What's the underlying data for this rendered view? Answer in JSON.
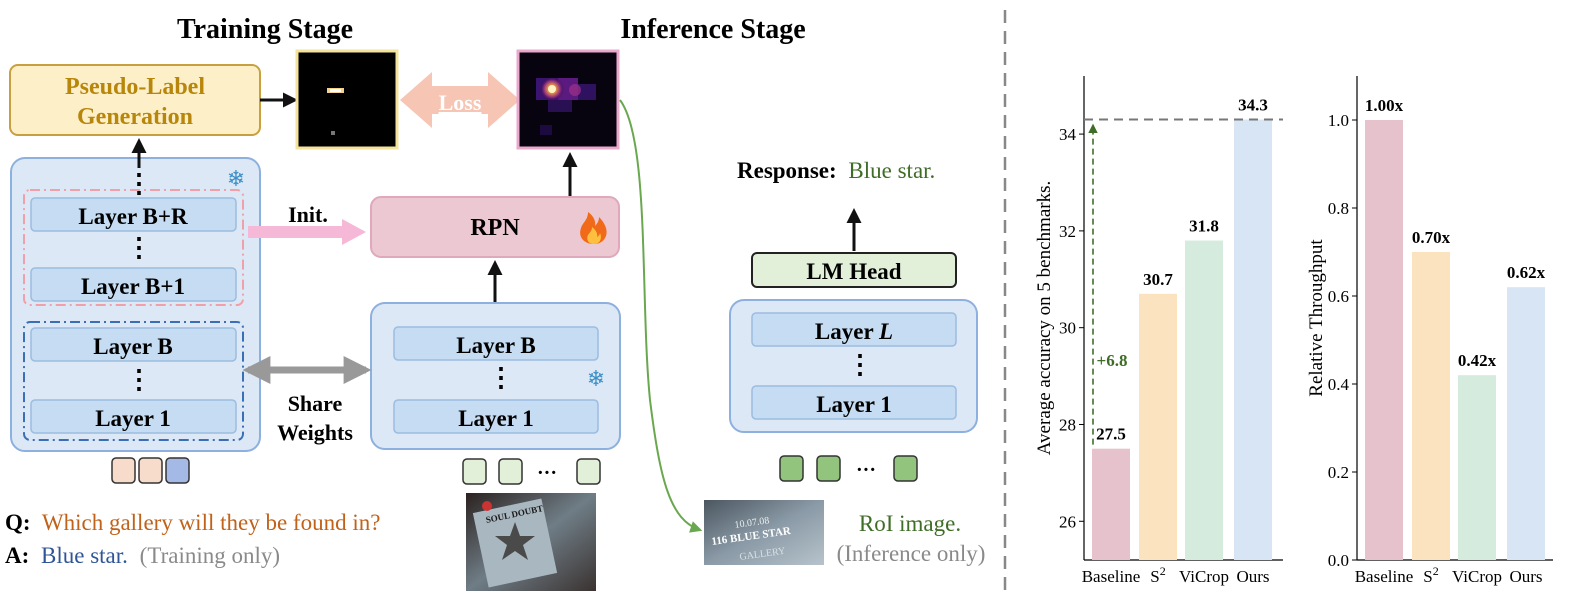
{
  "diagram": {
    "stage_labels": {
      "training": "Training Stage",
      "inference": "Inference Stage"
    },
    "pseudo_label": {
      "line1": "Pseudo-Label",
      "line2": "Generation"
    },
    "loss_label": "Loss",
    "rpn_label": "RPN",
    "init_label": "Init.",
    "share_weights": {
      "line1": "Share",
      "line2": "Weights"
    },
    "left_stack": {
      "upper": [
        "Layer B+R",
        "Layer B+1"
      ],
      "lower": [
        "Layer B",
        "Layer 1"
      ]
    },
    "mid_stack": [
      "Layer B",
      "Layer 1"
    ],
    "right_stack": {
      "top_prefix": "Layer ",
      "top_italic": "L",
      "bottom": "Layer 1"
    },
    "lm_head": "LM Head",
    "response": {
      "label": "Response:",
      "text": "Blue star."
    },
    "ellipsis": "⋮",
    "token_ellipsis": "···",
    "qa": {
      "q_label": "Q:",
      "q_text": "Which gallery will they be found in?",
      "a_label": "A:",
      "a_text": "Blue star.",
      "a_note": "(Training only)"
    },
    "sample_image_text": [
      "SOUL DOUBT"
    ],
    "roi_image_text": [
      "116 BLUE STAR",
      "10.07.08",
      "GALLERY"
    ],
    "roi_caption": {
      "line1": "RoI image.",
      "line2": "(Inference only)"
    },
    "colors": {
      "training_title": "#000000",
      "pseudo_text": "#b8860b",
      "pseudo_fill": "#fdf0c9",
      "pseudo_border": "#c9a040",
      "module_fill": "#dce8f6",
      "module_border": "#8eb0de",
      "layer_fill": "#c5dcf2",
      "rpn_fill": "#ecc8d3",
      "rpn_border": "#e0a8bb",
      "lm_fill": "#e2f0da",
      "green_text": "#3f6d27",
      "orange_text": "#c0621a",
      "blue_text": "#2f5597",
      "gray_text": "#8a8a8a",
      "green_arrow": "#6aa84f"
    },
    "icons": {
      "frozen": "snowflake-icon",
      "trainable": "fire-icon"
    }
  },
  "chart_data": [
    {
      "type": "bar",
      "categories": [
        "Baseline",
        "S2",
        "ViCrop",
        "Ours"
      ],
      "values": [
        27.5,
        30.7,
        31.8,
        34.3
      ],
      "value_labels": [
        "27.5",
        "30.7",
        "31.8",
        "34.3"
      ],
      "colors": [
        "#e6c3cc",
        "#fbe3bf",
        "#d5ebdd",
        "#d8e5f5"
      ],
      "title": "",
      "xlabel": "",
      "ylabel": "Average accuracy on 5 benchmarks.",
      "ylim": [
        25.2,
        35.2
      ],
      "yticks": [
        26,
        28,
        30,
        32,
        34
      ],
      "ytick_labels": [
        "26",
        "28",
        "30",
        "32",
        "34"
      ],
      "grid": false,
      "annotations": {
        "reference_line": 34.3,
        "gain_label": "+6.8"
      }
    },
    {
      "type": "bar",
      "categories": [
        "Baseline",
        "S2",
        "ViCrop",
        "Ours"
      ],
      "values": [
        1.0,
        0.7,
        0.42,
        0.62
      ],
      "value_labels": [
        "1.00x",
        "0.70x",
        "0.42x",
        "0.62x"
      ],
      "colors": [
        "#e6c3cc",
        "#fbe3bf",
        "#d5ebdd",
        "#d8e5f5"
      ],
      "title": "",
      "xlabel": "",
      "ylabel": "Relative Throughput",
      "ylim": [
        0.0,
        1.1
      ],
      "yticks": [
        0.0,
        0.2,
        0.4,
        0.6,
        0.8,
        1.0
      ],
      "ytick_labels": [
        "0.0",
        "0.2",
        "0.4",
        "0.6",
        "0.8",
        "1.0"
      ],
      "grid": false
    }
  ]
}
